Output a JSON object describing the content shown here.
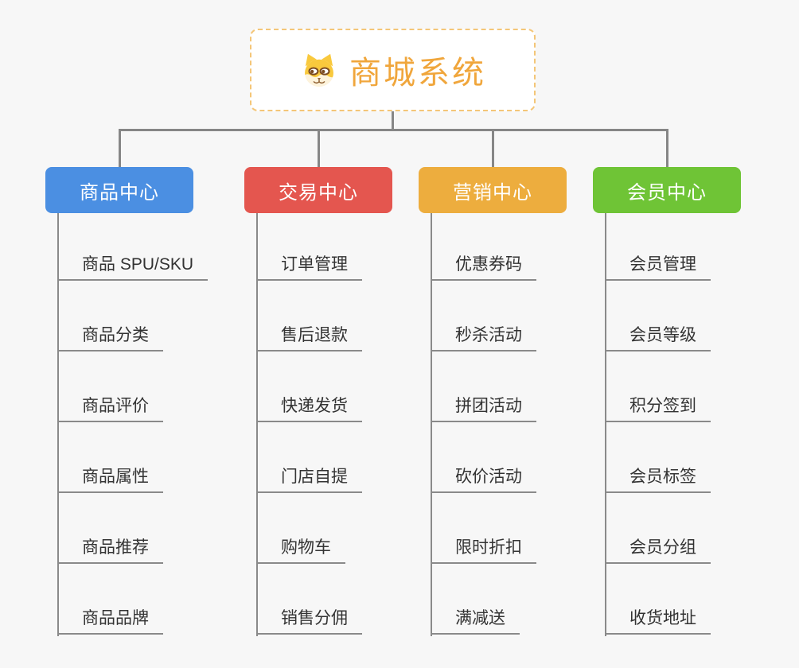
{
  "root": {
    "title": "商城系统",
    "icon": "dog-face-icon",
    "title_color": "#f0a63c",
    "border_color": "#f4c678"
  },
  "connector_color": "#868686",
  "branches": [
    {
      "label": "商品中心",
      "color": "#4b8fe2",
      "items": [
        "商品 SPU/SKU",
        "商品分类",
        "商品评价",
        "商品属性",
        "商品推荐",
        "商品品牌"
      ]
    },
    {
      "label": "交易中心",
      "color": "#e4564f",
      "items": [
        "订单管理",
        "售后退款",
        "快递发货",
        "门店自提",
        "购物车",
        "销售分佣"
      ]
    },
    {
      "label": "营销中心",
      "color": "#edad3e",
      "items": [
        "优惠券码",
        "秒杀活动",
        "拼团活动",
        "砍价活动",
        "限时折扣",
        "满减送"
      ]
    },
    {
      "label": "会员中心",
      "color": "#6fc436",
      "items": [
        "会员管理",
        "会员等级",
        "积分签到",
        "会员标签",
        "会员分组",
        "收货地址"
      ]
    }
  ]
}
